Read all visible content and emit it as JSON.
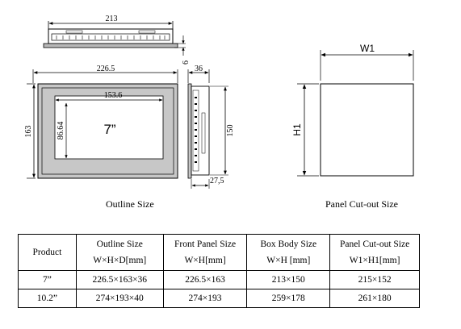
{
  "drawing": {
    "top_view_width": "213",
    "depth_offset": "6",
    "outline_width": "226.5",
    "outline_height": "163",
    "display_width": "153.6",
    "display_height": "86.64",
    "display_size_label": "7”",
    "side_depth": "36",
    "side_height": "150",
    "side_bottom_depth": "27,5",
    "cutout_width_label": "W1",
    "cutout_height_label": "H1"
  },
  "captions": {
    "outline": "Outline Size",
    "cutout": "Panel Cut-out Size"
  },
  "table": {
    "headers": [
      {
        "line1": "Product",
        "line2": ""
      },
      {
        "line1": "Outline Size",
        "line2": "W×H×D[mm]"
      },
      {
        "line1": "Front Panel Size",
        "line2": "W×H[mm]"
      },
      {
        "line1": "Box Body Size",
        "line2": "W×H [mm]"
      },
      {
        "line1": "Panel Cut-out Size",
        "line2": "W1×H1[mm]"
      }
    ],
    "rows": [
      [
        "7”",
        "226.5×163×36",
        "226.5×163",
        "213×150",
        "215×152"
      ],
      [
        "10.2”",
        "274×193×40",
        "274×193",
        "259×178",
        "261×180"
      ]
    ]
  }
}
